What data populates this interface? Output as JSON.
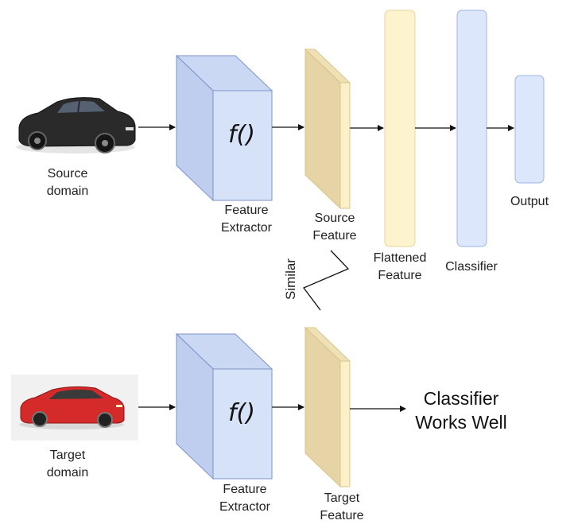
{
  "source": {
    "domain_label_line1": "Source",
    "domain_label_line2": "domain",
    "extractor_fn": "f()",
    "extractor_label_line1": "Feature",
    "extractor_label_line2": "Extractor",
    "feature_label_line1": "Source",
    "feature_label_line2": "Feature"
  },
  "flattened": {
    "label_line1": "Flattened",
    "label_line2": "Feature"
  },
  "classifier": {
    "label": "Classifier"
  },
  "output": {
    "label": "Output"
  },
  "similar": {
    "label": "Similar"
  },
  "target": {
    "domain_label_line1": "Target",
    "domain_label_line2": "domain",
    "extractor_fn": "f()",
    "extractor_label_line1": "Feature",
    "extractor_label_line2": "Extractor",
    "feature_label_line1": "Target",
    "feature_label_line2": "Feature"
  },
  "result": {
    "line1": "Classifier",
    "line2": "Works Well"
  },
  "colors": {
    "extractor_front": "#d6e2f8",
    "extractor_side": "#bfcdee",
    "extractor_top": "#cbd8f3",
    "extractor_stroke": "#7d93c9",
    "feature_front": "#fbf0c8",
    "feature_side": "#e6d3a6",
    "feature_stroke": "#d9c58c",
    "flattened_fill": "#fdf3cf",
    "flattened_stroke": "#e8d49a",
    "classifier_fill": "#dde7fb",
    "classifier_stroke": "#9db4e6",
    "source_car": "#2a2a2a",
    "target_car": "#d42a2a"
  }
}
